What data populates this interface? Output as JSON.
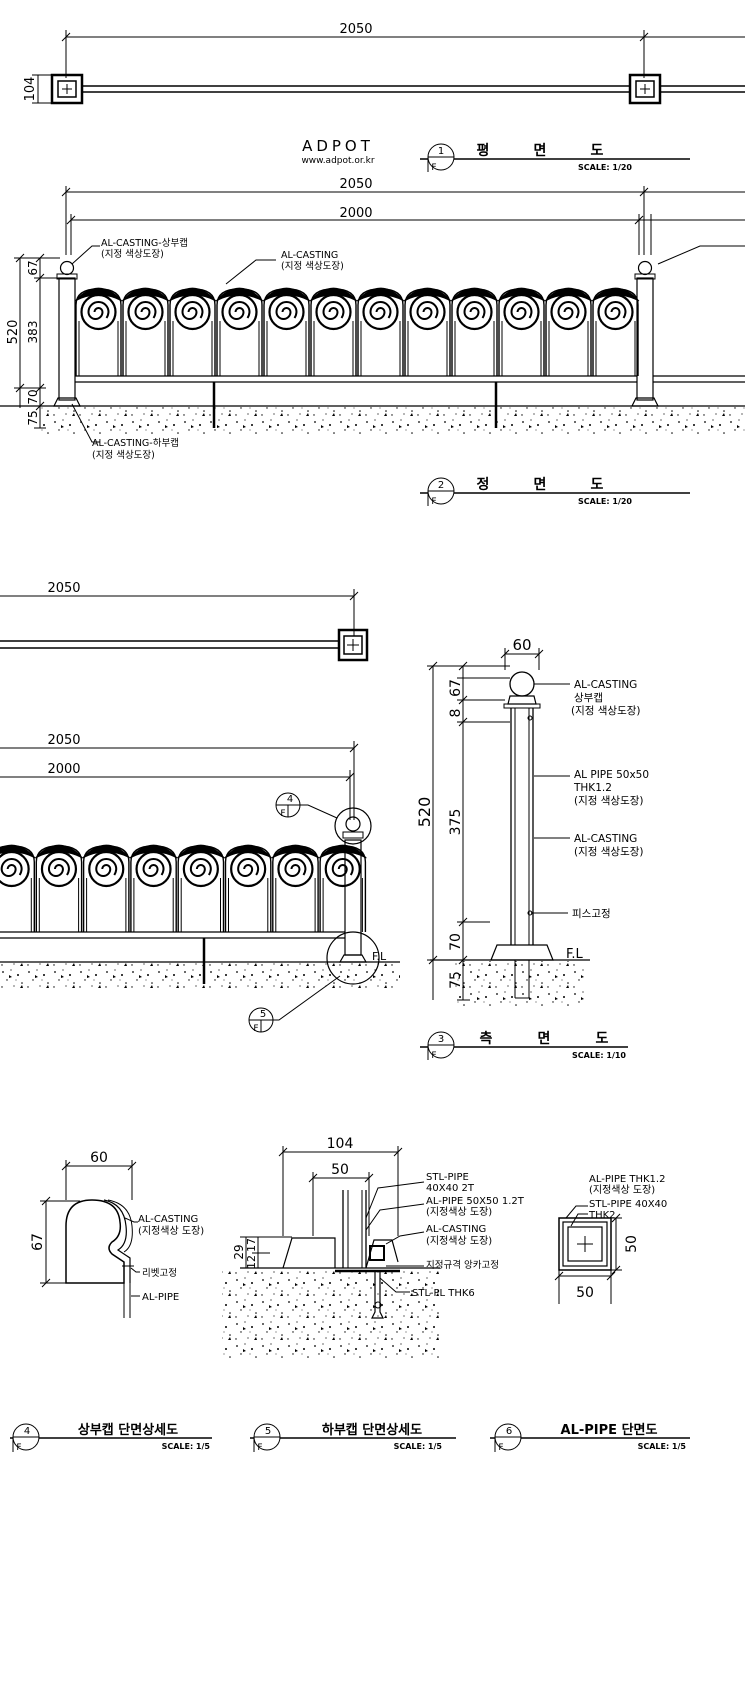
{
  "brand": {
    "logo": "ADPOT",
    "url": "www.adpot.or.kr"
  },
  "plan1": {
    "width": "2050",
    "depth": "104"
  },
  "title1": {
    "num": "1",
    "code": "F",
    "c1": "평",
    "c2": "면",
    "c3": "도",
    "scale": "SCALE: 1/20"
  },
  "elev2": {
    "dim_total": "2050",
    "dim_inner": "2000",
    "label_top_cap_1": "AL-CASTING-상부캡",
    "label_top_cap_2": "(지정 색상도장)",
    "label_casting_1": "AL-CASTING",
    "label_casting_2": "(지정 색상도장)",
    "label_bottom_cap_1": "AL-CASTING-하부캡",
    "label_bottom_cap_2": "(지정 색상도장)",
    "h_total": "520",
    "h_cap": "67",
    "h_mid": "383",
    "h_low": "70",
    "h_embed": "75"
  },
  "title2": {
    "num": "2",
    "code": "F",
    "c1": "정",
    "c2": "면",
    "c3": "도",
    "scale": "SCALE: 1/20"
  },
  "plan_b": {
    "width": "2050"
  },
  "elev_b": {
    "dim_total": "2050",
    "dim_inner": "2000",
    "callout4": "4",
    "callout5": "5",
    "code": "F",
    "fl": "F.L"
  },
  "side3": {
    "width": "60",
    "h_total": "520",
    "h_8": "8",
    "h_cap": "67",
    "h_mid": "375",
    "h_low": "70",
    "h_embed": "75",
    "l1_a": "AL-CASTING",
    "l1_b": "상부캡",
    "l1_c": "(지정 색상도장)",
    "l2_a": "AL PIPE 50x50",
    "l2_b": "THK1.2",
    "l2_c": "(지정 색상도장)",
    "l3_a": "AL-CASTING",
    "l3_b": "(지정 색상도장)",
    "l4": "피스고정",
    "fl": "F.L"
  },
  "title3": {
    "num": "3",
    "code": "F",
    "c1": "측",
    "c2": "면",
    "c3": "도",
    "scale": "SCALE: 1/10"
  },
  "detail4": {
    "width": "60",
    "height": "67",
    "l1_a": "AL-CASTING",
    "l1_b": "(지정색상 도장)",
    "l2": "리벳고정",
    "l3": "AL-PIPE"
  },
  "detail5": {
    "w1": "104",
    "w2": "50",
    "h1": "29",
    "h2": "17",
    "h3": "12",
    "l1_a": "STL-PIPE",
    "l1_b": "40X40  2T",
    "l2_a": "AL-PIPE  50X50  1.2T",
    "l2_b": "(지정색상 도장)",
    "l3_a": "AL-CASTING",
    "l3_b": "(지정색상 도장)",
    "l4": "지정규격 앙카고정",
    "l5": "STL-PL THK6"
  },
  "detail6": {
    "l1_a": "AL-PIPE THK1.2",
    "l1_b": "(지정색상 도장)",
    "l2_a": "STL-PIPE  40X40",
    "l2_b": "THK2",
    "w": "50",
    "h": "50"
  },
  "title4": {
    "num": "4",
    "code": "F",
    "text": "상부캡 단면상세도",
    "scale": "SCALE: 1/5"
  },
  "title5": {
    "num": "5",
    "code": "F",
    "text": "하부캡 단면상세도",
    "scale": "SCALE: 1/5"
  },
  "title6": {
    "num": "6",
    "code": "F",
    "text": "AL-PIPE 단면도",
    "scale": "SCALE: 1/5"
  }
}
